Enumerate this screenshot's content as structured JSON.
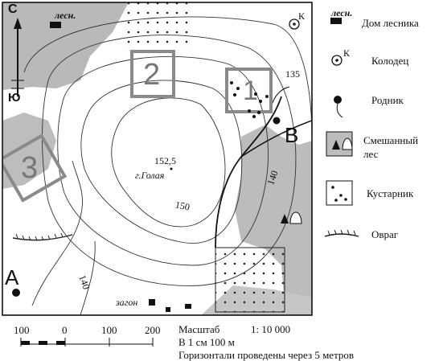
{
  "map": {
    "north_s": "С",
    "north_yu": "Ю",
    "point_a": "A",
    "point_b": "B",
    "zone_1": "1",
    "zone_2": "2",
    "zone_3": "3",
    "lesn_top": "лесн.",
    "well_k": "К",
    "contour_135": "135",
    "contour_140_right": "140",
    "contour_150": "150",
    "contour_140_left": "140",
    "hill_height": "152,5",
    "hill_name": "г.Голая",
    "pen_label": "загон"
  },
  "legend": {
    "forester_house_prefix": "лесн.",
    "forester_house": "Дом лесника",
    "well_k": "К",
    "well": "Колодец",
    "spring": "Родник",
    "mixed_forest_1": "Смешанный",
    "mixed_forest_2": "лес",
    "shrubs": "Кустарник",
    "ravine": "Овраг"
  },
  "scale": {
    "tick_100_left": "100",
    "tick_0": "0",
    "tick_100": "100",
    "tick_200": "200",
    "line1_label": "Масштаб",
    "line1_value": "1: 10 000",
    "line2": "В 1 см 100 м",
    "line3": "Горизонтали проведены через 5 метров"
  },
  "colors": {
    "forest_fill": "#b7b7b7",
    "frame": "#111111",
    "zone_box": "#8a8a8a"
  }
}
